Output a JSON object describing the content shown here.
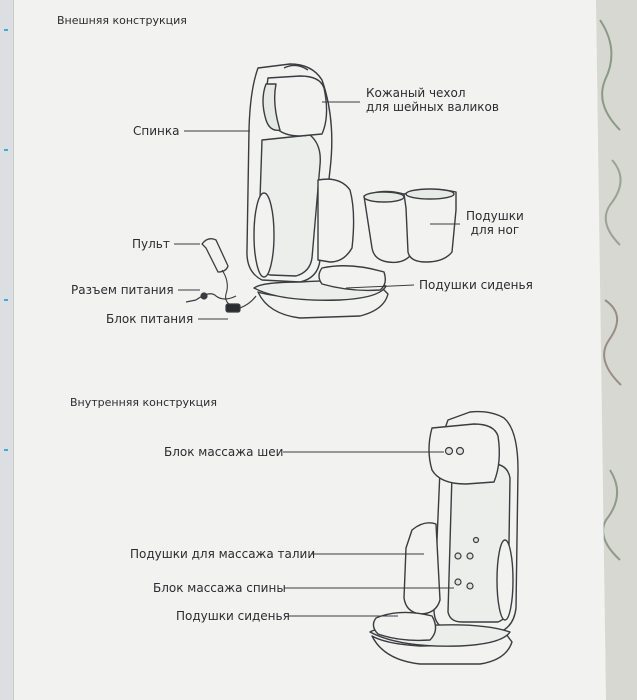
{
  "outer": {
    "heading": "Внешняя конструкция",
    "labels": {
      "leather_cover_line1": "Кожаный чехол",
      "leather_cover_line2": "для шейных валиков",
      "backrest": "Спинка",
      "foot_cushions_line1": "Подушки",
      "foot_cushions_line2": "для ног",
      "remote": "Пульт",
      "power_connector": "Разъем питания",
      "seat_cushions": "Подушки сиденья",
      "power_supply": "Блок питания"
    }
  },
  "inner": {
    "heading": "Внутренняя конструкция",
    "labels": {
      "neck_massage_unit": "Блок массажа шеи",
      "waist_cushions": "Подушки для массажа талии",
      "back_massage_unit": "Блок массажа спины",
      "seat_cushions": "Подушки сиденья"
    }
  },
  "colors": {
    "paper": "#f2f2f0",
    "ink": "#2a2c30",
    "accent_blue": "#3fa8dc",
    "background": "#cfd2d4"
  }
}
